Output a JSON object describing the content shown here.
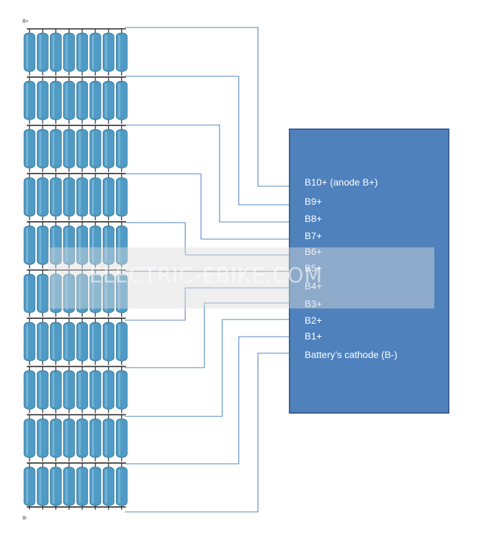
{
  "battery": {
    "top_terminal": "B+",
    "bottom_terminal": "B-",
    "series_groups": 10,
    "cells_per_group": 8,
    "cell_color": "#4f9bc6"
  },
  "bms": {
    "color": "#4f81bd",
    "border_color": "#3a5f8f",
    "labels": [
      "B10+ (anode B+)",
      "B9+",
      "B8+",
      "B7+",
      "B6+",
      "B5+",
      "B4+",
      "B3+",
      "B2+",
      "B1+",
      "Battery’s cathode (B-)"
    ]
  },
  "watermark": {
    "text": "ELECTRIC-EBIKE.COM"
  },
  "wire_color": "#4f81bd"
}
